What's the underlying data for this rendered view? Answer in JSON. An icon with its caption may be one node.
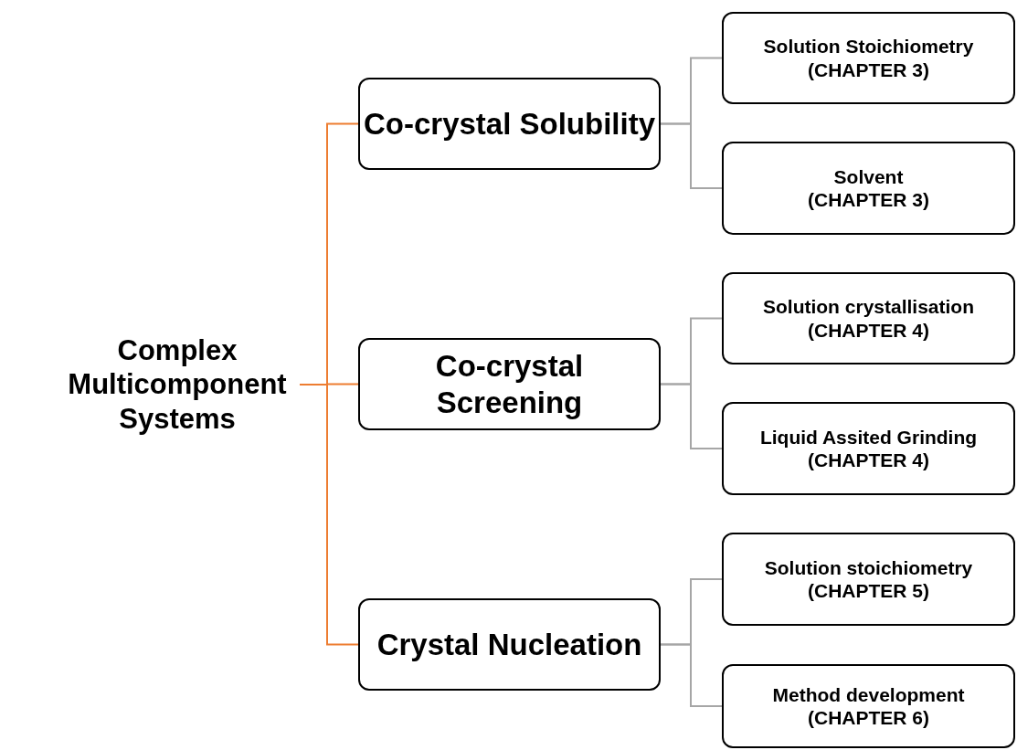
{
  "diagram": {
    "nodes": [
      {
        "text": [
          "Complex Multicomponent Systems"
        ]
      },
      {
        "text": [
          "Co-crystal Solubility"
        ]
      },
      {
        "text": [
          "Solution Stoichiometry",
          "(CHAPTER 3)"
        ]
      },
      {
        "text": [
          "Solvent",
          "(CHAPTER 3)"
        ]
      },
      {
        "text": [
          "Co-crystal Screening"
        ]
      },
      {
        "text": [
          "Solution crystallisation",
          "(CHAPTER 4)"
        ]
      },
      {
        "text": [
          "Liquid Assited Grinding",
          "(CHAPTER 4)"
        ]
      },
      {
        "text": [
          "Crystal Nucleation"
        ]
      },
      {
        "text": [
          "Solution stoichiometry",
          "(CHAPTER 5)"
        ]
      },
      {
        "text": [
          "Method development",
          "(CHAPTER 6)"
        ]
      }
    ],
    "edges": [
      {
        "from": 0,
        "to": 1,
        "arrow": "none",
        "color": "#ed7d31"
      },
      {
        "from": 0,
        "to": 4,
        "arrow": "none",
        "color": "#ed7d31"
      },
      {
        "from": 0,
        "to": 7,
        "arrow": "none",
        "color": "#ed7d31"
      },
      {
        "from": 1,
        "to": 2,
        "arrow": "none"
      },
      {
        "from": 1,
        "to": 3,
        "arrow": "none"
      },
      {
        "from": 4,
        "to": 5,
        "arrow": "none"
      },
      {
        "from": 4,
        "to": 6,
        "arrow": "none"
      },
      {
        "from": 7,
        "to": 8,
        "arrow": "none"
      },
      {
        "from": 7,
        "to": 9,
        "arrow": "none"
      }
    ]
  }
}
